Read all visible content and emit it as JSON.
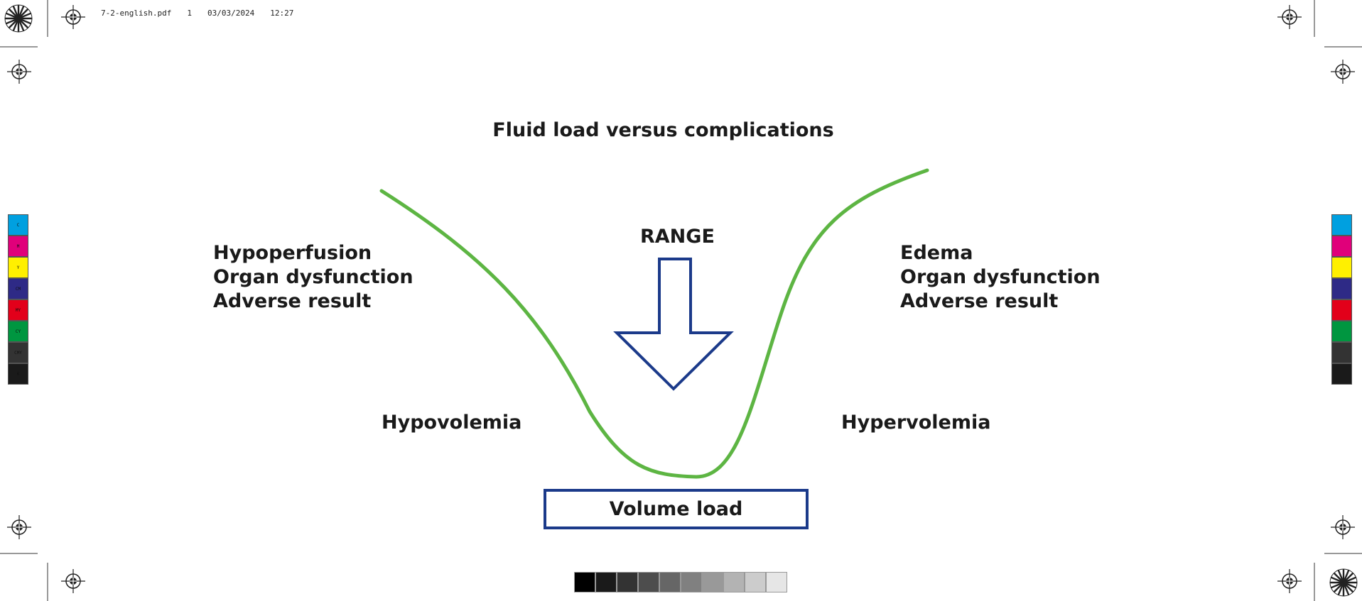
{
  "print_slug": {
    "filename": "7-2-english.pdf",
    "page": "1",
    "date": "03/03/2024",
    "time": "12:27"
  },
  "diagram": {
    "title": "Fluid load versus complications",
    "range_label": "RANGE",
    "left_outcomes": [
      "Hypoperfusion",
      "Organ dysfunction",
      "Adverse result"
    ],
    "right_outcomes": [
      "Edema",
      "Organ dysfunction",
      "Adverse result"
    ],
    "left_state": "Hypovolemia",
    "right_state": "Hypervolemia",
    "x_axis_box": "Volume load",
    "colors": {
      "curve": "#5db543",
      "arrow_and_box": "#1b3a8a",
      "text": "#1a1a1a"
    }
  },
  "print_marks": {
    "left_color_bar": [
      {
        "label": "C",
        "color": "#00a0e0"
      },
      {
        "label": "M",
        "color": "#e0007a"
      },
      {
        "label": "Y",
        "color": "#fff000"
      },
      {
        "label": "CM",
        "color": "#2e2a86"
      },
      {
        "label": "MY",
        "color": "#e2001a"
      },
      {
        "label": "CY",
        "color": "#009640"
      },
      {
        "label": "CMY",
        "color": "#333333"
      },
      {
        "label": "K",
        "color": "#1a1a1a"
      }
    ],
    "right_color_bar": [
      {
        "label": "",
        "color": "#00a0e0"
      },
      {
        "label": "",
        "color": "#e0007a"
      },
      {
        "label": "",
        "color": "#fff000"
      },
      {
        "label": "",
        "color": "#2e2a86"
      },
      {
        "label": "",
        "color": "#e2001a"
      },
      {
        "label": "",
        "color": "#009640"
      },
      {
        "label": "",
        "color": "#333333"
      },
      {
        "label": "",
        "color": "#1a1a1a"
      }
    ],
    "grey_ramp": [
      "#000000",
      "#1a1a1a",
      "#333333",
      "#4d4d4d",
      "#666666",
      "#808080",
      "#999999",
      "#b3b3b3",
      "#cccccc",
      "#e6e6e6"
    ]
  }
}
